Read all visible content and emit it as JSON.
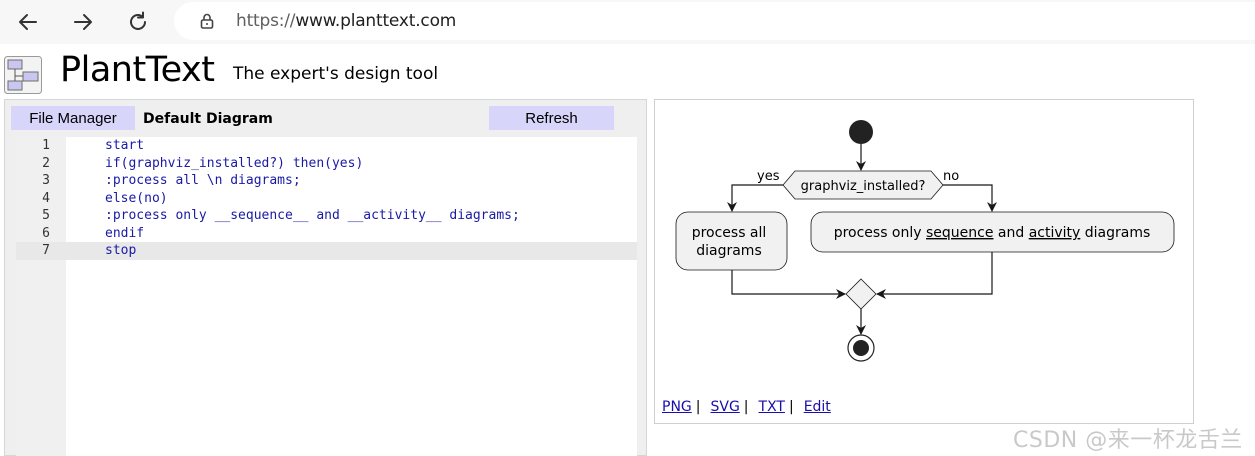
{
  "browser": {
    "back_icon": "arrow-left-icon",
    "forward_icon": "arrow-right-icon",
    "reload_icon": "reload-icon",
    "lock_icon": "lock-icon",
    "url_scheme": "https://",
    "url_host": "www.planttext.com"
  },
  "header": {
    "logo_icon": "diagram-logo-icon",
    "title": "PlantText",
    "tagline": "The expert's design tool"
  },
  "editor": {
    "file_manager_label": "File Manager",
    "diagram_name": "Default Diagram",
    "refresh_label": "Refresh",
    "active_line": 7,
    "lines": [
      {
        "num": "1",
        "text": "start"
      },
      {
        "num": "2",
        "text": "if(graphviz_installed?) then(yes)"
      },
      {
        "num": "3",
        "text": ":process all \\n diagrams;"
      },
      {
        "num": "4",
        "text": "else(no)"
      },
      {
        "num": "5",
        "text": ":process only __sequence__ and __activity__ diagrams;"
      },
      {
        "num": "6",
        "text": "endif"
      },
      {
        "num": "7",
        "text": "stop"
      }
    ]
  },
  "diagram": {
    "decision_label": "graphviz_installed?",
    "yes_label": "yes",
    "no_label": "no",
    "left_activity_line1": "process all",
    "left_activity_line2": "diagrams",
    "right_activity_prefix": "process only ",
    "right_activity_u1": "sequence",
    "right_activity_mid": " and ",
    "right_activity_u2": "activity",
    "right_activity_suffix": " diagrams"
  },
  "export": {
    "png": "PNG",
    "svg": "SVG",
    "txt": "TXT",
    "edit": "Edit",
    "separator": "|"
  },
  "watermark": "CSDN @来一杯龙舌兰",
  "colors": {
    "button_bg": "#d8d5fb",
    "node_fill": "#f1f1f1",
    "link": "#1a0dab"
  }
}
